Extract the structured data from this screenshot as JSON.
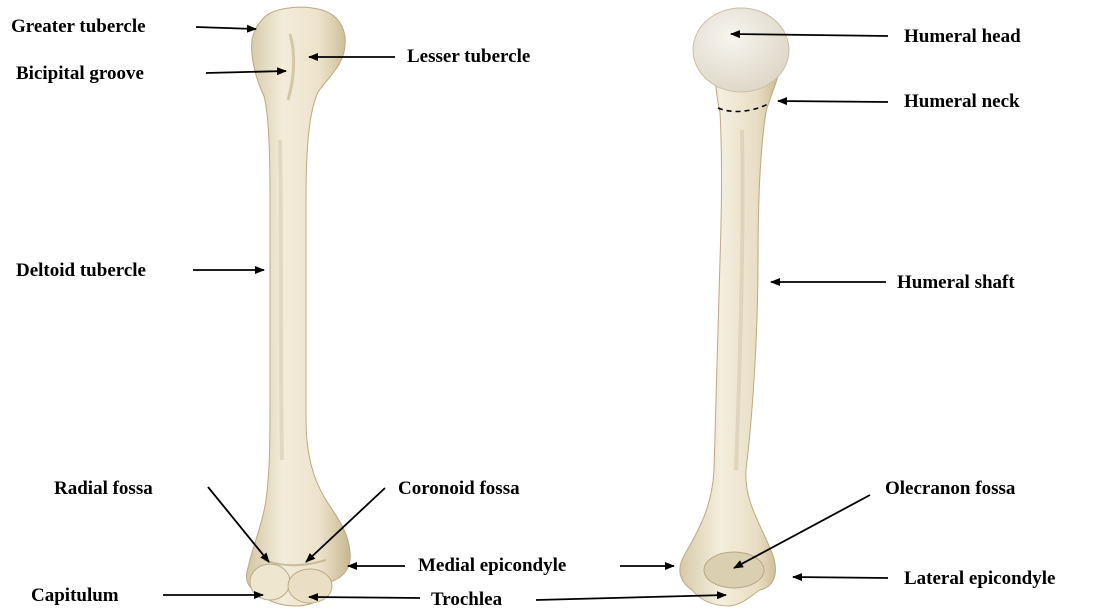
{
  "colors": {
    "bone_light": "#f6f1e3",
    "bone_mid": "#e7dcc2",
    "bone_dark": "#c9b996",
    "head_highlight": "#f4f1ea",
    "arrow": "#000000",
    "text": "#000000"
  },
  "labels": {
    "greater_tubercle": "Greater tubercle",
    "bicipital_groove": "Bicipital groove",
    "lesser_tubercle": "Lesser tubercle",
    "deltoid_tubercle": "Deltoid tubercle",
    "radial_fossa": "Radial fossa",
    "coronoid_fossa": "Coronoid fossa",
    "capitulum": "Capitulum",
    "medial_epicondyle": "Medial epicondyle",
    "trochlea": "Trochlea",
    "humeral_head": "Humeral head",
    "humeral_neck": "Humeral neck",
    "humeral_shaft": "Humeral shaft",
    "olecranon_fossa": "Olecranon fossa",
    "lateral_epicondyle": "Lateral epicondyle"
  }
}
